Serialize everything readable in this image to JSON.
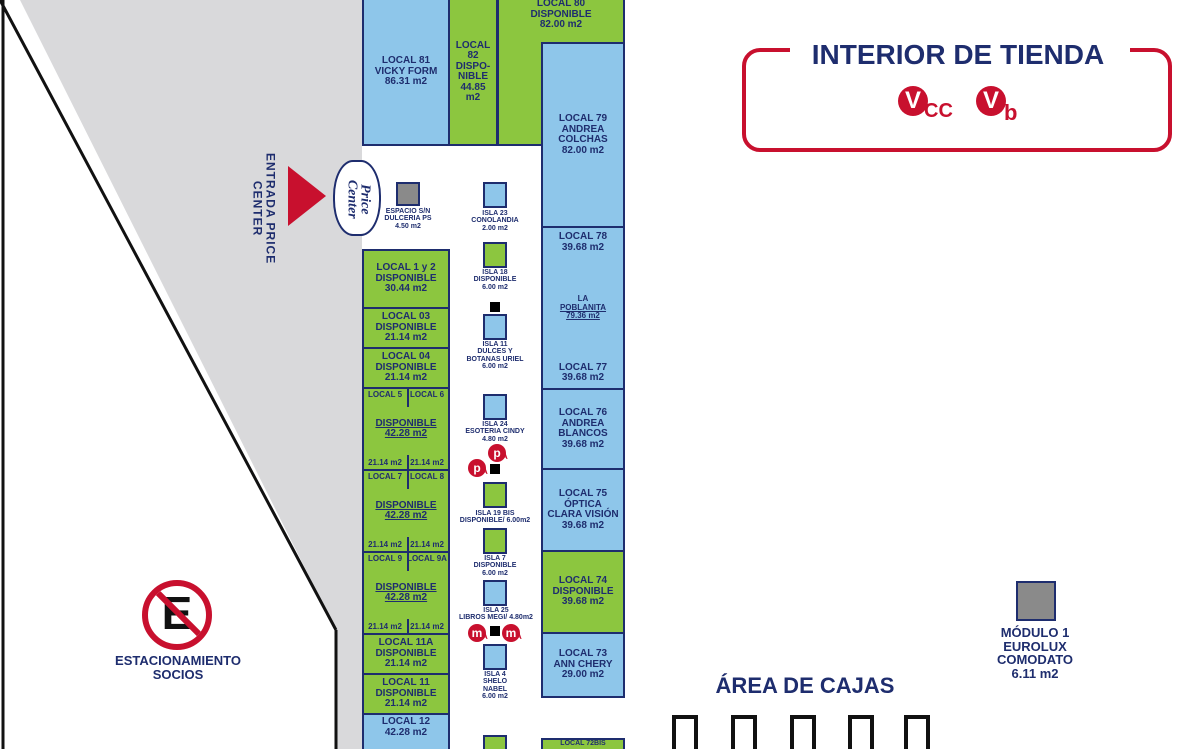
{
  "header": {
    "title": "INTERIOR DE TIENDA",
    "symbols": [
      {
        "letter": "V",
        "sub": "CC"
      },
      {
        "letter": "V",
        "sub": "b"
      }
    ]
  },
  "entrance": {
    "label": "ENTRADA PRICE CENTER",
    "logo_line1": "Price",
    "logo_line2": "Center"
  },
  "parking": {
    "sign": "E",
    "label_line1": "ESTACIONAMIENTO",
    "label_line2": "SOCIOS"
  },
  "cashier": {
    "label": "ÁREA DE CAJAS"
  },
  "module": {
    "line1": "MÓDULO 1",
    "line2": "EUROLUX",
    "line3": "COMODATO",
    "line4": "6.11 m2"
  },
  "locales": {
    "l80": {
      "line1": "LOCAL 80",
      "line2": "DISPONIBLE",
      "line3": "82.00 m2"
    },
    "l81": {
      "line1": "LOCAL 81",
      "line2": "VICKY FORM",
      "line3": "86.31 m2"
    },
    "l82": {
      "line1": "LOCAL",
      "line2": "82",
      "line3": "DISPO-",
      "line4": "NIBLE",
      "line5": "44.85",
      "line6": "m2"
    },
    "l79": {
      "line1": "LOCAL 79",
      "line2": "ANDREA",
      "line3": "COLCHAS",
      "line4": "82.00 m2"
    },
    "l78": {
      "line1": "LOCAL 78",
      "line2": "39.68 m2"
    },
    "poblanita": {
      "line1": "LA",
      "line2": "POBLANITA",
      "line3": "79.36 m2"
    },
    "l77": {
      "line1": "LOCAL 77",
      "line2": "39.68 m2"
    },
    "l76": {
      "line1": "LOCAL 76",
      "line2": "ANDREA",
      "line3": "BLANCOS",
      "line4": "39.68 m2"
    },
    "l75": {
      "line1": "LOCAL 75",
      "line2": "ÓPTICA",
      "line3": "CLARA VISIÓN",
      "line4": "39.68 m2"
    },
    "l74": {
      "line1": "LOCAL 74",
      "line2": "DISPONIBLE",
      "line3": "39.68 m2"
    },
    "l73": {
      "line1": "LOCAL 73",
      "line2": "ANN CHERY",
      "line3": "29.00 m2"
    },
    "l72bis": {
      "line1": "LOCAL 72BIS"
    },
    "espacio": {
      "line1": "ESPACIO S/N",
      "line2": "DULCERIA PS",
      "line3": "4.50 m2"
    },
    "l12": {
      "line1": "LOCAL 1 y 2",
      "line2": "DISPONIBLE",
      "line3": "30.44 m2"
    },
    "l03": {
      "line1": "LOCAL 03",
      "line2": "DISPONIBLE",
      "line3": "21.14 m2"
    },
    "l04": {
      "line1": "LOCAL 04",
      "line2": "DISPONIBLE",
      "line3": "21.14 m2"
    },
    "l56": {
      "left": "LOCAL 5",
      "right": "LOCAL 6",
      "mid1": "DISPONIBLE",
      "mid2": "42.28 m2",
      "bl": "21.14 m2",
      "br": "21.14 m2"
    },
    "l78b": {
      "left": "LOCAL 7",
      "right": "LOCAL 8",
      "mid1": "DISPONIBLE",
      "mid2": "42.28 m2",
      "bl": "21.14 m2",
      "br": "21.14 m2"
    },
    "l99a": {
      "left": "LOCAL 9",
      "right": "LOCAL 9A",
      "mid1": "DISPONIBLE",
      "mid2": "42.28 m2",
      "bl": "21.14 m2",
      "br": "21.14 m2"
    },
    "l11a": {
      "line1": "LOCAL 11A",
      "line2": "DISPONIBLE",
      "line3": "21.14 m2"
    },
    "l11": {
      "line1": "LOCAL 11",
      "line2": "DISPONIBLE",
      "line3": "21.14 m2"
    },
    "l12b": {
      "line1": "LOCAL 12",
      "line2": "42.28 m2"
    }
  },
  "islas": {
    "i23": {
      "line1": "ISLA 23",
      "line2": "CONOLANDIA",
      "line3": "2.00 m2"
    },
    "i18": {
      "line1": "ISLA 18",
      "line2": "DISPONIBLE",
      "line3": "6.00 m2"
    },
    "i11": {
      "line1": "ISLA 11",
      "line2": "DULCES Y",
      "line3": "BOTANAS URIEL",
      "line4": "6.00 m2"
    },
    "i24": {
      "line1": "ISLA 24",
      "line2": "ESOTERIA CINDY",
      "line3": "4.80 m2"
    },
    "i19": {
      "line1": "ISLA 19 BIS",
      "line2": "DISPONIBLE/ 6.00m2"
    },
    "i7": {
      "line1": "ISLA 7",
      "line2": "DISPONIBLE",
      "line3": "6.00 m2"
    },
    "i25": {
      "line1": "ISLA 25",
      "line2": "LIBROS MEGI/ 4.80m2"
    },
    "i4": {
      "line1": "ISLA 4",
      "line2": "SHELO",
      "line3": "NABEL",
      "line4": "6.00 m2"
    }
  },
  "badges": [
    {
      "letter": "p",
      "sub": "A"
    },
    {
      "letter": "p",
      "sub": "A"
    },
    {
      "letter": "m",
      "sub": "A"
    },
    {
      "letter": "m",
      "sub": "A"
    }
  ],
  "colors": {
    "navy": "#1e2d6e",
    "green": "#8cc63f",
    "blue": "#8ec6ea",
    "red": "#c8102e",
    "parking_gray": "#d9d9db"
  }
}
